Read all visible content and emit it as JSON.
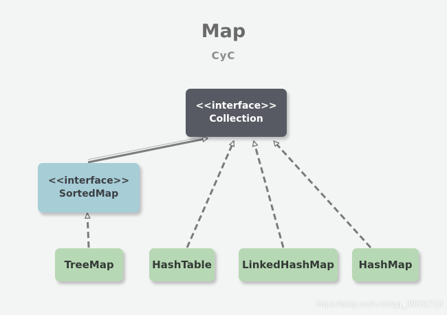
{
  "diagram": {
    "title": "Map",
    "subtitle": "CyC",
    "nodes": {
      "collection": {
        "stereotype": "<<interface>>",
        "name": "Collection"
      },
      "sortedmap": {
        "stereotype": "<<interface>>",
        "name": "SortedMap"
      },
      "treemap": {
        "name": "TreeMap"
      },
      "hashtable": {
        "name": "HashTable"
      },
      "linkedhashmap": {
        "name": "LinkedHashMap"
      },
      "hashmap": {
        "name": "HashMap"
      }
    }
  },
  "watermark": "https://blog.csdn.net/qq_39331713",
  "colors": {
    "interface_dark": "#585a63",
    "interface_blue": "#a7cdd6",
    "class_green": "#b7d8b4",
    "background": "#f3f4f4"
  }
}
